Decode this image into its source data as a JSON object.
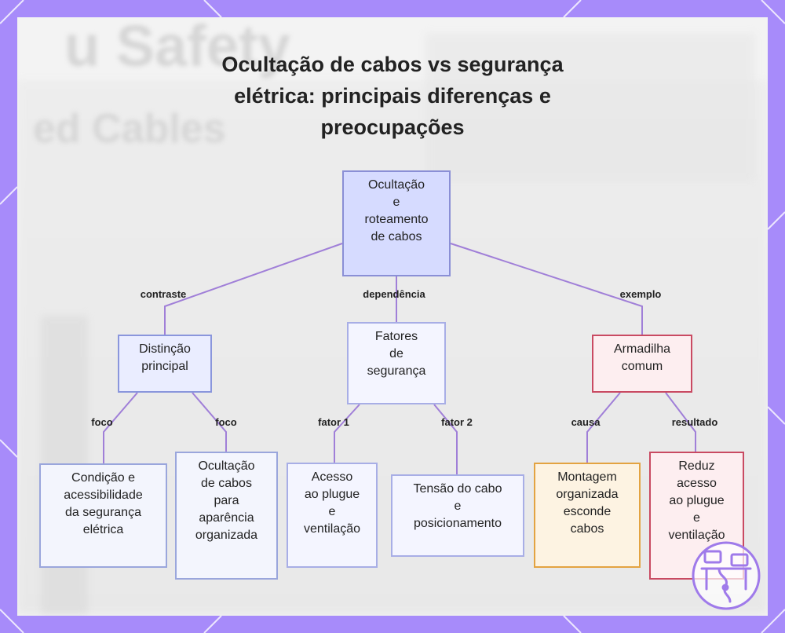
{
  "title": [
    "Ocultação de cabos vs segurança",
    "elétrica: principais diferenças e",
    "preocupações"
  ],
  "colors": {
    "background": "#a78bfa",
    "panel": "#f3f3f3",
    "edge": "#a07fd8",
    "pink_border": "#c94a62",
    "orange_border": "#e3a341"
  },
  "nodes": {
    "root": [
      "Ocultação",
      "e",
      "roteamento",
      "de cabos"
    ],
    "distinction": [
      "Distinção",
      "principal"
    ],
    "safety": [
      "Fatores",
      "de",
      "segurança"
    ],
    "pitfall": [
      "Armadilha",
      "comum"
    ],
    "condition": [
      "Condição e",
      "acessibilidade",
      "da segurança",
      "elétrica"
    ],
    "concealment": [
      "Ocultação",
      "de cabos",
      "para",
      "aparência",
      "organizada"
    ],
    "access": [
      "Acesso",
      "ao plugue",
      "e",
      "ventilação"
    ],
    "tension": [
      "Tensão do cabo",
      "e",
      "posicionamento"
    ],
    "mount": [
      "Montagem",
      "organizada",
      "esconde",
      "cabos"
    ],
    "reduce": [
      "Reduz",
      "acesso",
      "ao plugue",
      "e",
      "ventilação"
    ]
  },
  "edge_labels": {
    "contrast": "contraste",
    "dependency": "dependência",
    "example": "exemplo",
    "focus1": "foco",
    "focus2": "foco",
    "factor1": "fator 1",
    "factor2": "fator 2",
    "cause": "causa",
    "result": "resultado"
  },
  "background_text": [
    "u Safety",
    "ed Cables"
  ]
}
